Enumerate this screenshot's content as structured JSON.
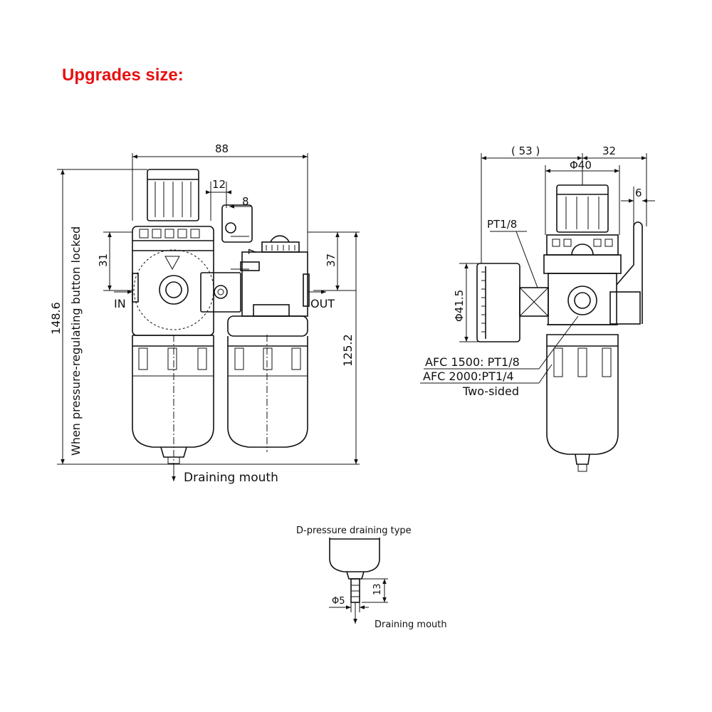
{
  "title": "Upgrades size:",
  "front_view": {
    "dims": {
      "width_total": "88",
      "d12": "12",
      "d8": "8",
      "d31": "31",
      "d7": "7",
      "d37": "37",
      "height_total": "148.6",
      "height_125": "125.2"
    },
    "labels": {
      "vertical_note": "When pressure-regulating button locked",
      "in": "IN",
      "out": "OUT",
      "drain": "Draining mouth"
    }
  },
  "side_view": {
    "dims": {
      "d53": "( 53 )",
      "d32": "32",
      "d40": "Φ40",
      "d6": "6",
      "d415": "Φ41.5"
    },
    "labels": {
      "pt18": "PT1/8",
      "afc1500": "AFC 1500: PT1/8",
      "afc2000": "AFC 2000:PT1/4",
      "two_sided": "Two-sided"
    }
  },
  "detail_view": {
    "title": "D-pressure draining type",
    "d5": "Φ5",
    "d13": "13",
    "drain": "Draining mouth"
  },
  "colors": {
    "title": "#e81010",
    "line": "#111111"
  }
}
